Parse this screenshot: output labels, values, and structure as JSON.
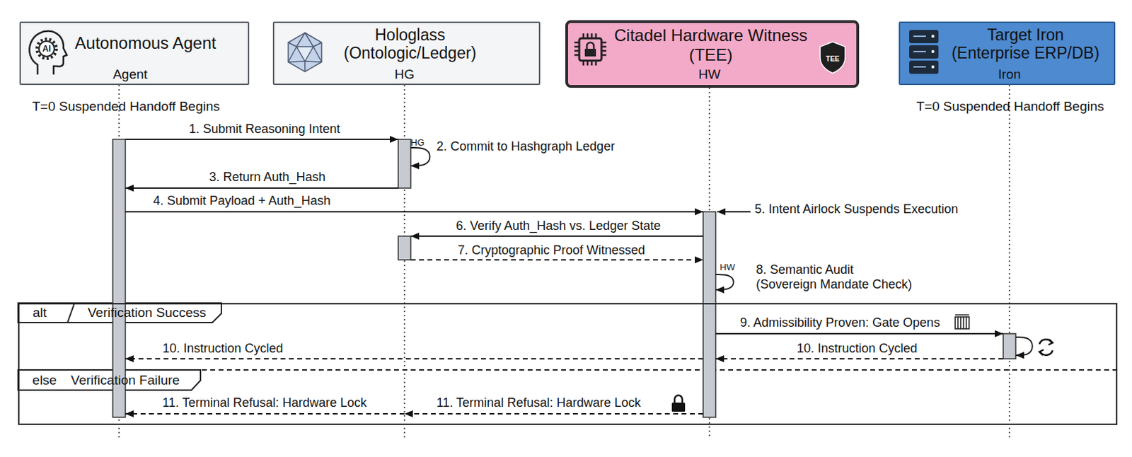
{
  "diagram": {
    "nodes": [
      {
        "text": [
          "Autonomous Agent",
          "Agent"
        ]
      },
      {
        "text": [
          "Hologlass (Ontologic/Ledger)",
          "HG"
        ]
      },
      {
        "text": [
          "Citadel Hardware Witness (TEE)",
          "HW"
        ]
      },
      {
        "text": [
          "Target Iron (Enterprise ERP/DB)",
          "Iron"
        ]
      },
      {
        "text": [
          "alt",
          "Verification Success",
          "else",
          "Verification Failure"
        ]
      }
    ],
    "edges": [
      {
        "from": 0,
        "to": 1,
        "label": "1. Submit Reasoning Intent",
        "arrow": "to"
      },
      {
        "from": 1,
        "to": 1,
        "label": "2. Commit to Hashgraph Ledger",
        "arrow": "to"
      },
      {
        "from": 1,
        "to": 0,
        "label": "3. Return Auth_Hash",
        "arrow": "to"
      },
      {
        "from": 0,
        "to": 2,
        "label": "4. Submit Payload + Auth_Hash",
        "arrow": "to"
      },
      {
        "from": 2,
        "to": 1,
        "label": "6. Verify Auth_Hash vs. Ledger State",
        "arrow": "to"
      },
      {
        "from": 1,
        "to": 2,
        "label": "7. Cryptographic Proof Witnessed",
        "arrow": "to"
      },
      {
        "from": 2,
        "to": 2,
        "label": "8. Semantic Audit (Sovereign Mandate Check)",
        "arrow": "to"
      },
      {
        "from": 2,
        "to": 3,
        "label": "9. Admissibility Proven: Gate Opens",
        "arrow": "to"
      },
      {
        "from": 3,
        "to": 3,
        "arrow": "to"
      },
      {
        "from": 3,
        "to": 2,
        "label": "10. Instruction Cycled",
        "arrow": "to"
      },
      {
        "from": 2,
        "to": 0,
        "label": "10. Instruction Cycled",
        "arrow": "to"
      },
      {
        "from": 2,
        "to": 1,
        "label": "11. Terminal Refusal: Hardware Lock",
        "arrow": "to"
      },
      {
        "from": 1,
        "to": 0,
        "label": "11. Terminal Refusal: Hardware Lock",
        "arrow": "to"
      }
    ],
    "labels": [
      "AI",
      "TEE",
      "T=0 Suspended Handoff Begins",
      "T=0 Suspended Handoff Begins",
      "HG",
      "5. Intent Airlock Suspends Execution",
      "HW"
    ]
  }
}
